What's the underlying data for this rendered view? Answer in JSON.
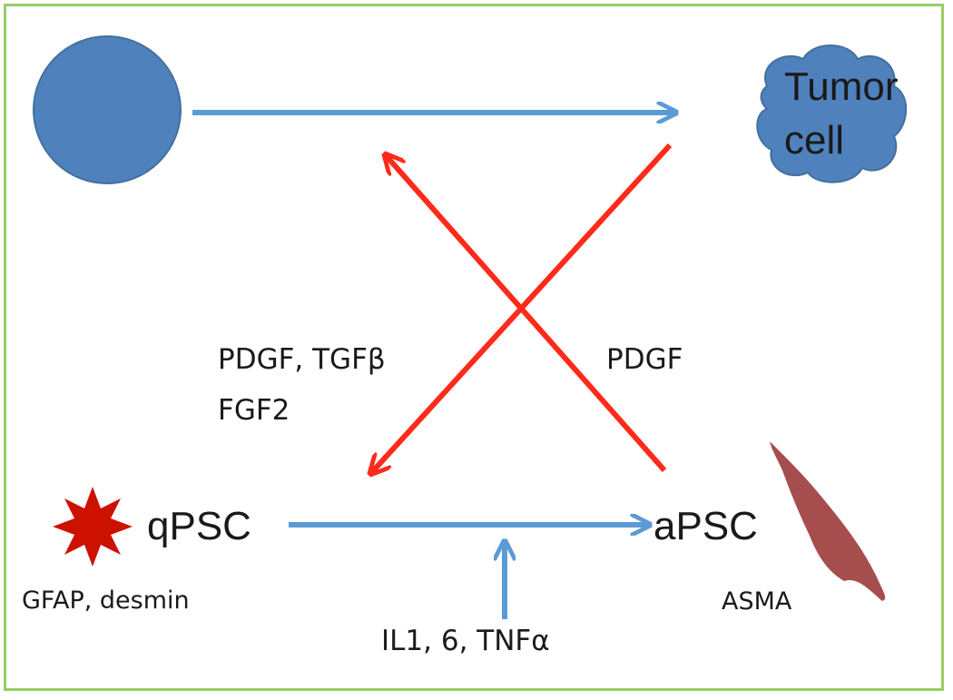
{
  "diagram": {
    "nodes": {
      "tumor_cell": {
        "label_line1": "Tumor",
        "label_line2": "cell"
      },
      "qpsc": {
        "label": "qPSC",
        "markers": "GFAP, desmin"
      },
      "apsc": {
        "label": "aPSC",
        "markers": "ASMA"
      }
    },
    "edge_labels": {
      "to_qpsc_line1": "PDGF, TGFβ",
      "to_qpsc_line2": "FGF2",
      "to_tumor": "PDGF",
      "activation_inputs": "IL1, 6, TNFα"
    },
    "colors": {
      "frame": "#99cc66",
      "blue_arrow": "#5b9bd5",
      "red_arrow": "#ff2a1a",
      "circle_fill": "#4f81bd",
      "cloud_fill": "#4f81bd",
      "star_fill": "#cc1100",
      "apsc_cell_fill": "#a64d4d"
    }
  }
}
